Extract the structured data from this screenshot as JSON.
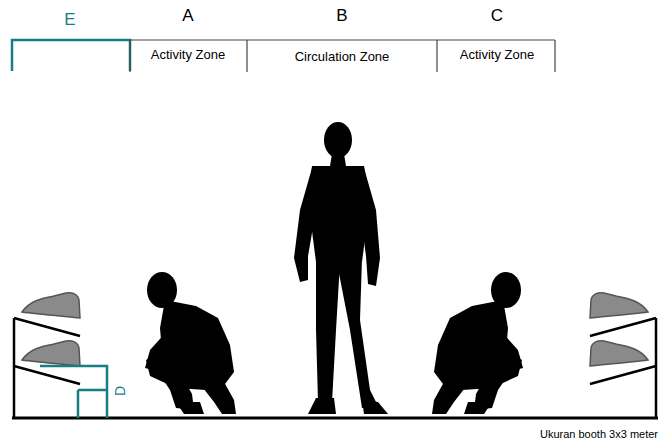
{
  "diagram": {
    "labels": [
      "E",
      "A",
      "B",
      "C",
      "Activity Zone",
      "Circulation Zone",
      "Activity Zone",
      "D",
      "Ukuran booth 3x3 meter"
    ]
  }
}
